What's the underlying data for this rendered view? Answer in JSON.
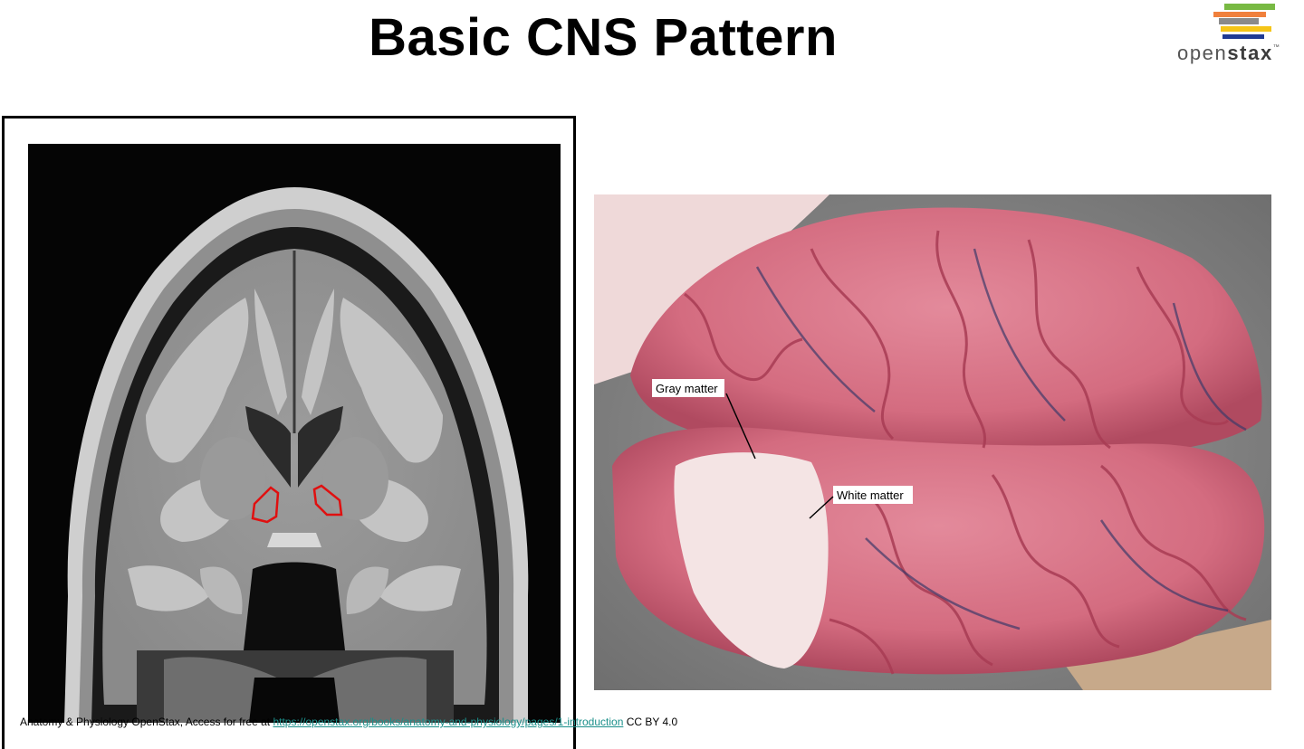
{
  "slide": {
    "title": "Basic CNS Pattern"
  },
  "logo": {
    "word_regular": "open",
    "word_bold": "stax",
    "trademark": "™",
    "bar_colors": [
      "#78b943",
      "#f0803c",
      "#8a8a8a",
      "#f5c518",
      "#1f3a93"
    ]
  },
  "figures": {
    "brain_photo": {
      "gray_matter_label": "Gray matter",
      "white_matter_label": "White matter"
    }
  },
  "footer": {
    "prefix": "Anatomy & Physiology OpenStax, Access for free at ",
    "link_text": "https://openstax.org/books/anatomy-and-physiology/pages/1-introduction",
    "suffix": " CC BY 4.0"
  }
}
